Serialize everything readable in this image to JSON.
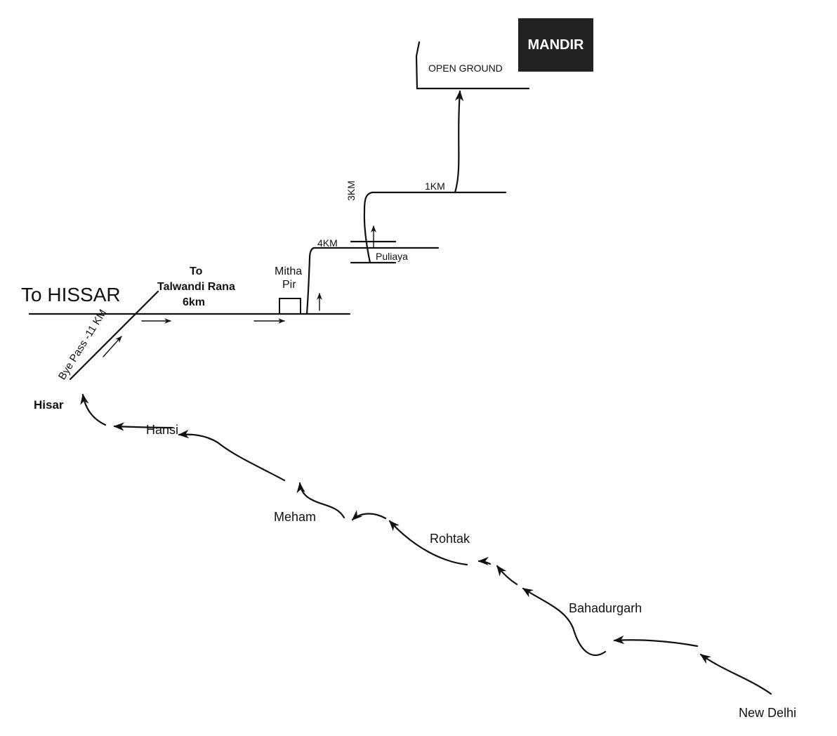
{
  "map": {
    "destination": "MANDIR",
    "open_ground": "OPEN GROUND",
    "distances": {
      "d1": "1KM",
      "d3": "3KM",
      "d4": "4KM"
    },
    "landmarks": {
      "puliaya": "Puliaya",
      "mitha_pir_line1": "Mitha",
      "mitha_pir_line2": "Pir"
    },
    "directions": {
      "to_hissar": "To HISSAR",
      "to_line1": "To",
      "to_line2": "Talwandi Rana",
      "to_line3": "6km",
      "bypass": "Bye Pass -11 KM"
    },
    "route_towns": {
      "hisar": "Hisar",
      "hansi": "Hansi",
      "meham": "Meham",
      "rohtak": "Rohtak",
      "bahadurgarh": "Bahadurgarh",
      "new_delhi": "New Delhi"
    },
    "colors": {
      "ink": "#111111",
      "box": "#222222",
      "background": "#ffffff"
    }
  }
}
